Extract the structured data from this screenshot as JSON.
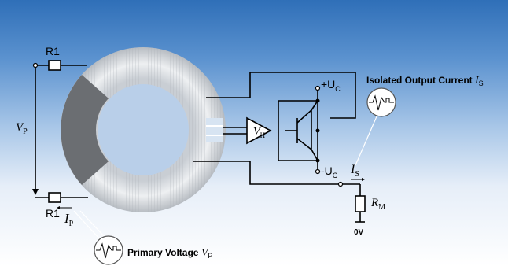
{
  "labels": {
    "r1_top": "R1",
    "r1_bottom": "R1",
    "vp": "V",
    "vp_sub": "P",
    "ip": "I",
    "ip_sub": "P",
    "vh": "V",
    "vh_sub": "H",
    "plus_uc": "+U",
    "plus_uc_sub": "C",
    "minus_uc": "-U",
    "minus_uc_sub": "C",
    "is": "I",
    "is_sub": "S",
    "rm": "R",
    "rm_sub": "M",
    "zero_v": "0V",
    "output_title": "Isolated Output Current ",
    "output_title_sym": "I",
    "output_title_sub": "S",
    "primary_title": "Primary Voltage ",
    "primary_title_sym": "V",
    "primary_title_sub": "P"
  },
  "colors": {
    "background_top": "#2f6fb8",
    "core_light": "#d9dde2",
    "core_dark": "#6b6e72",
    "wire": "#000000"
  },
  "icons": [
    "waveform-icon-output",
    "waveform-icon-primary"
  ]
}
